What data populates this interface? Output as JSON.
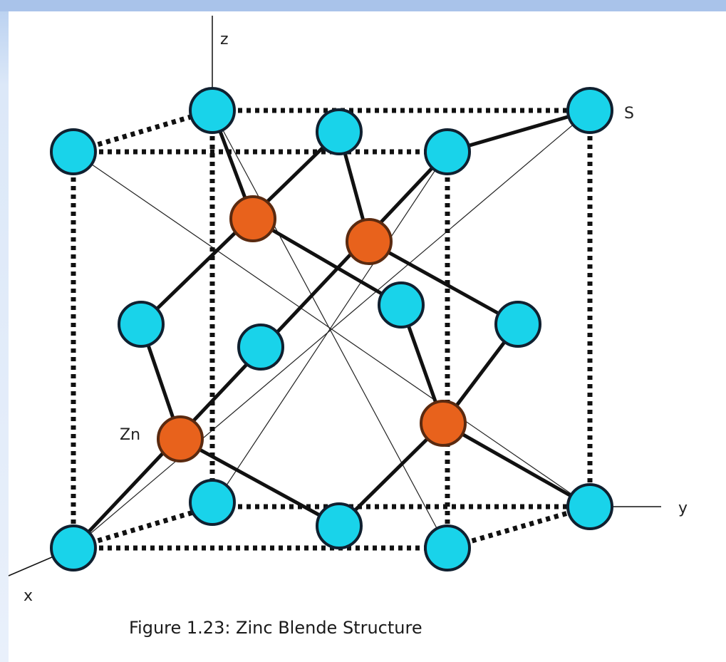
{
  "labels": {
    "z_axis": "z",
    "y_axis": "y",
    "x_axis": "x",
    "sulfur": "S",
    "zinc": "Zn"
  },
  "caption": "Figure 1.23: Zinc Blende Structure",
  "colors": {
    "sulfur_atom": "#19d3ea",
    "zinc_atom": "#e8621c",
    "atom_outline": "#102030",
    "zinc_outline": "#5a2a10",
    "bond": "#111111",
    "background_band": "#a9c3ea"
  }
}
